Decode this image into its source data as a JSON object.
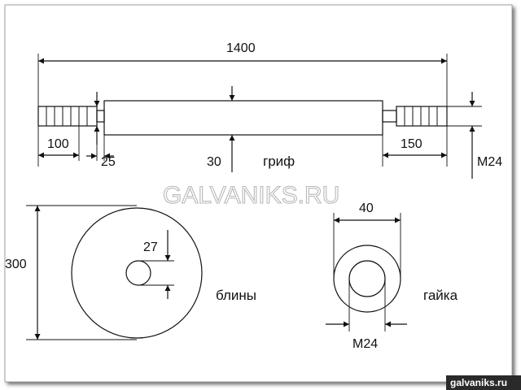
{
  "drawing": {
    "bar": {
      "overall_length": "1400",
      "left_sleeve_length": "100",
      "left_collar_width": "25",
      "shaft_diameter": "30",
      "right_sleeve_length": "150",
      "thread": "M24",
      "label": "гриф"
    },
    "plate": {
      "outer_diameter": "300",
      "hole_diameter": "27",
      "label": "блины"
    },
    "nut": {
      "outer_diameter": "40",
      "thread": "M24",
      "label": "гайка"
    },
    "watermark": "GALVANIKS.RU",
    "site_badge": "galvaniks.ru"
  }
}
